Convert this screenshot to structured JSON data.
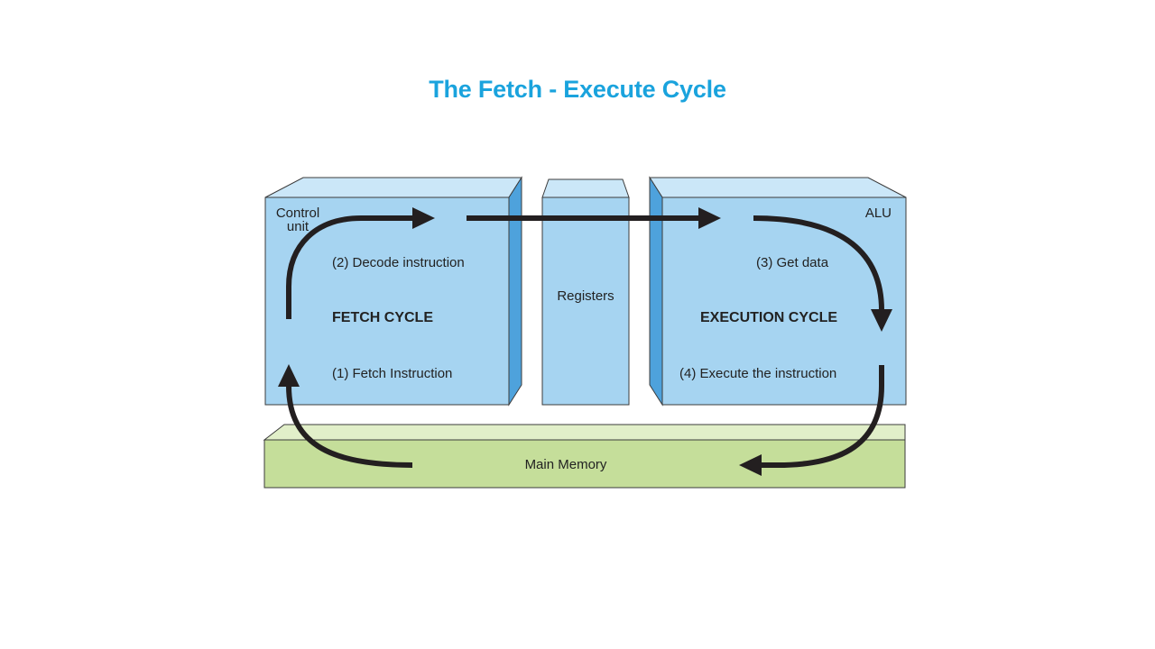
{
  "title": "The Fetch - Execute Cycle",
  "colors": {
    "title": "#1aa3dd",
    "box_front": "#a6d4f1",
    "box_top": "#cbe7f8",
    "box_side": "#4ea2dc",
    "memory_front": "#c5de9a",
    "memory_top": "#e1efc9",
    "arrow": "#231f20",
    "outline": "#3c3c3c"
  },
  "diagram": {
    "control_unit": {
      "label_line1": "Control",
      "label_line2": "unit",
      "step_decode": "(2) Decode instruction",
      "cycle_label": "FETCH CYCLE",
      "step_fetch": "(1) Fetch Instruction"
    },
    "registers": {
      "label": "Registers"
    },
    "alu": {
      "label": "ALU",
      "step_get_data": "(3) Get data",
      "cycle_label": "EXECUTION CYCLE",
      "step_execute": "(4) Execute the instruction"
    },
    "main_memory": {
      "label": "Main Memory"
    }
  }
}
